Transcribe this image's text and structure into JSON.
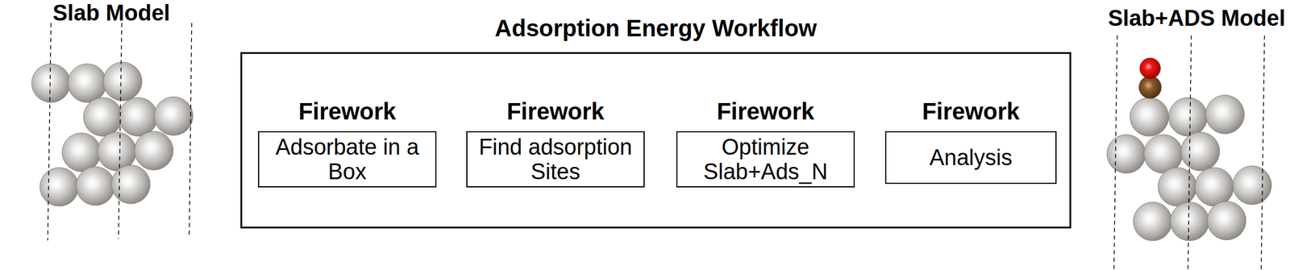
{
  "diagram": {
    "nodes": [
      {
        "text": [
          "Adsorption Energy Workflow"
        ]
      },
      {
        "text": [
          "Firework",
          "Adsorbate in a Box"
        ],
        "in": 0
      },
      {
        "text": [
          "Firework",
          "Find adsorption Sites"
        ],
        "in": 0
      },
      {
        "text": [
          "Firework",
          "Optimize Slab+Ads_N"
        ],
        "in": 0
      },
      {
        "text": [
          "Firework",
          "Analysis"
        ],
        "in": 0
      }
    ],
    "edges": [],
    "labels": [
      "Slab Model",
      "Slab+ADS Model"
    ]
  }
}
